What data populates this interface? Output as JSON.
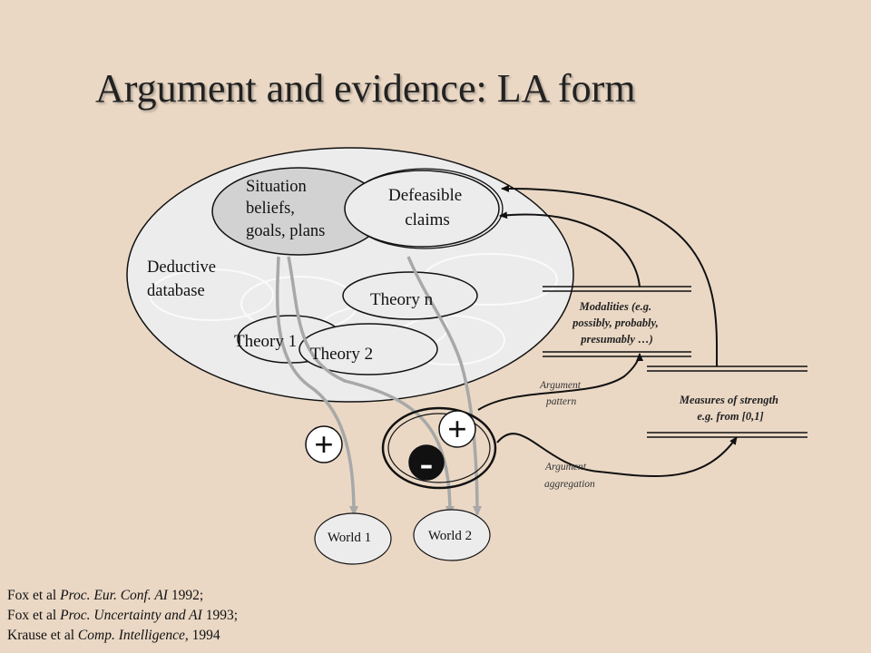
{
  "title": "Argument and evidence: LA form",
  "diagram": {
    "deductive_database": [
      "Deductive",
      "database"
    ],
    "situation": [
      "Situation",
      "beliefs,",
      "goals, plans"
    ],
    "defeasible": [
      "Defeasible",
      "claims"
    ],
    "theory_n": "Theory n",
    "theory_1": "Theory 1",
    "theory_2": "Theory 2",
    "modalities": [
      "Modalities (e.g.",
      "possibly, probably,",
      "presumably …)"
    ],
    "measures": [
      "Measures of strength",
      "e.g. from [0,1]"
    ],
    "argument_pattern": [
      "Argument",
      "pattern"
    ],
    "argument_aggregation": [
      "Argument",
      "aggregation"
    ],
    "plus_left": "+",
    "plus_right": "+",
    "minus": "-",
    "world_1": "World 1",
    "world_2": "World 2"
  },
  "references": [
    {
      "a": "Fox et al ",
      "b": "Proc. Eur. Conf. AI",
      "c": " 1992;"
    },
    {
      "a": "Fox et al ",
      "b": "Proc. Uncertainty and AI",
      "c": " 1993;"
    },
    {
      "a": "Krause et al ",
      "b": "Comp. Intelligence,",
      "c": " 1994"
    }
  ]
}
